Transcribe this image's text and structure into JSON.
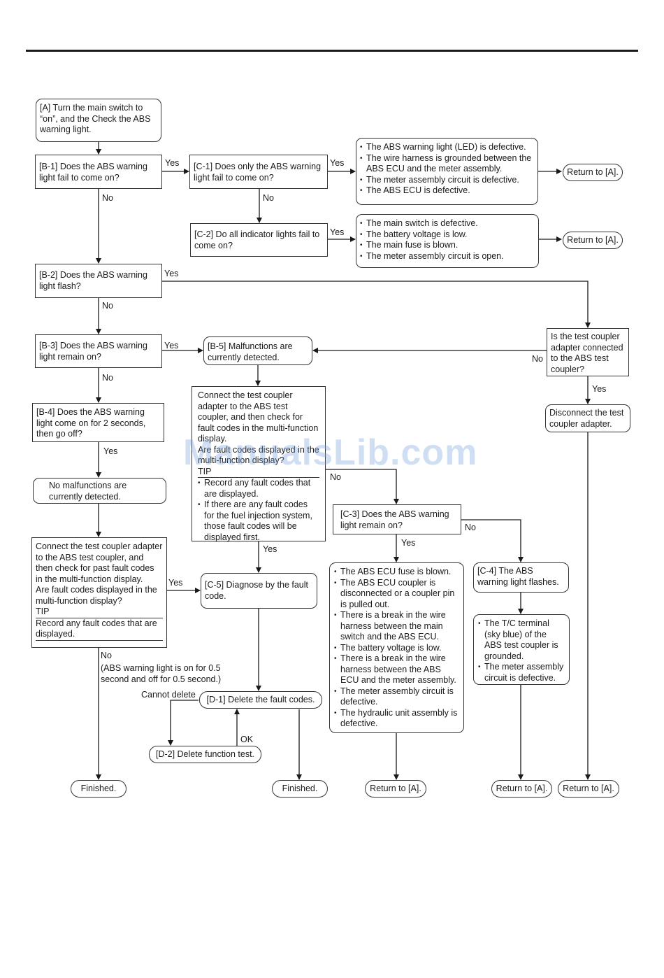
{
  "nodes": {
    "A": "[A] Turn the main switch to “on”, and the Check the ABS warning light.",
    "B1": "[B-1] Does the ABS warning light fail to come on?",
    "C1": "[C-1] Does only the ABS warning light fail to come on?",
    "C1_causes": [
      "The ABS warning light (LED) is defective.",
      "The wire harness is grounded between the ABS ECU and the meter assembly.",
      "The meter assembly circuit is defective.",
      "The ABS ECU is defective."
    ],
    "C2": "[C-2] Do all indicator lights fail to come on?",
    "C2_causes": [
      "The main switch is defective.",
      "The battery voltage is low.",
      "The main fuse is blown.",
      "The meter assembly circuit is open."
    ],
    "B2": "[B-2] Does the ABS warning light flash?",
    "B3": "[B-3] Does the ABS warning light remain on?",
    "B5": "[B-5] Malfunctions are currently detected.",
    "coupler_q": "Is the test coupler adapter connected to the ABS test coupler?",
    "disconnect": "Disconnect the test coupler adapter.",
    "B4": "[B-4] Does the ABS warning light come on for 2 seconds, then go off?",
    "no_malf": "No malfunctions are currently detected.",
    "B5_detail_p1": "Connect the test coupler adapter to the ABS test coupler, and then check for fault codes in the multi-function display.",
    "B5_detail_p2": "Are fault codes displayed in the multi-function display?",
    "B5_tip": "TIP",
    "B5_tip_items": [
      "Record any fault codes that are displayed.",
      "If there are any fault codes for the fuel injection system, those fault codes will be displayed first."
    ],
    "C3": "[C-3] Does the ABS warning light remain on?",
    "C4": "[C-4] The ABS warning light flashes.",
    "C4_causes": [
      "The T/C terminal (sky blue) of the ABS test coupler is grounded.",
      "The meter assembly circuit is defective."
    ],
    "C3_causes": [
      "The ABS ECU fuse is blown.",
      "The ABS ECU coupler is disconnected or a coupler pin is pulled out.",
      "There is a break in the wire harness between the main switch and the ABS ECU.",
      "The battery voltage is low.",
      "There is a break in the wire harness between the ABS ECU and the meter assembly.",
      "The meter assembly circuit is defective.",
      "The hydraulic unit assembly is defective."
    ],
    "past_p1": "Connect the test coupler adapter to the ABS test coupler, and then check for past fault codes in the multi-function display.",
    "past_p2": "Are fault codes displayed in the multi-function display?",
    "past_tip": "TIP",
    "past_tip_item": "Record any fault codes that are displayed.",
    "C5": "[C-5] Diagnose by the fault code.",
    "D1": "[D-1] Delete the fault codes.",
    "D2": "[D-2] Delete function test.",
    "finished": "Finished.",
    "return_a": "Return to [A]."
  },
  "labels": {
    "yes": "Yes",
    "no": "No",
    "ok": "OK",
    "cannot_delete": "Cannot delete",
    "no_abs_note": "(ABS warning light is on for 0.5 second and off for 0.5 second.)"
  },
  "watermark": "ManualsLib.com",
  "colors": {
    "line": "#1a1a1a",
    "watermark": "#78a0dc"
  }
}
